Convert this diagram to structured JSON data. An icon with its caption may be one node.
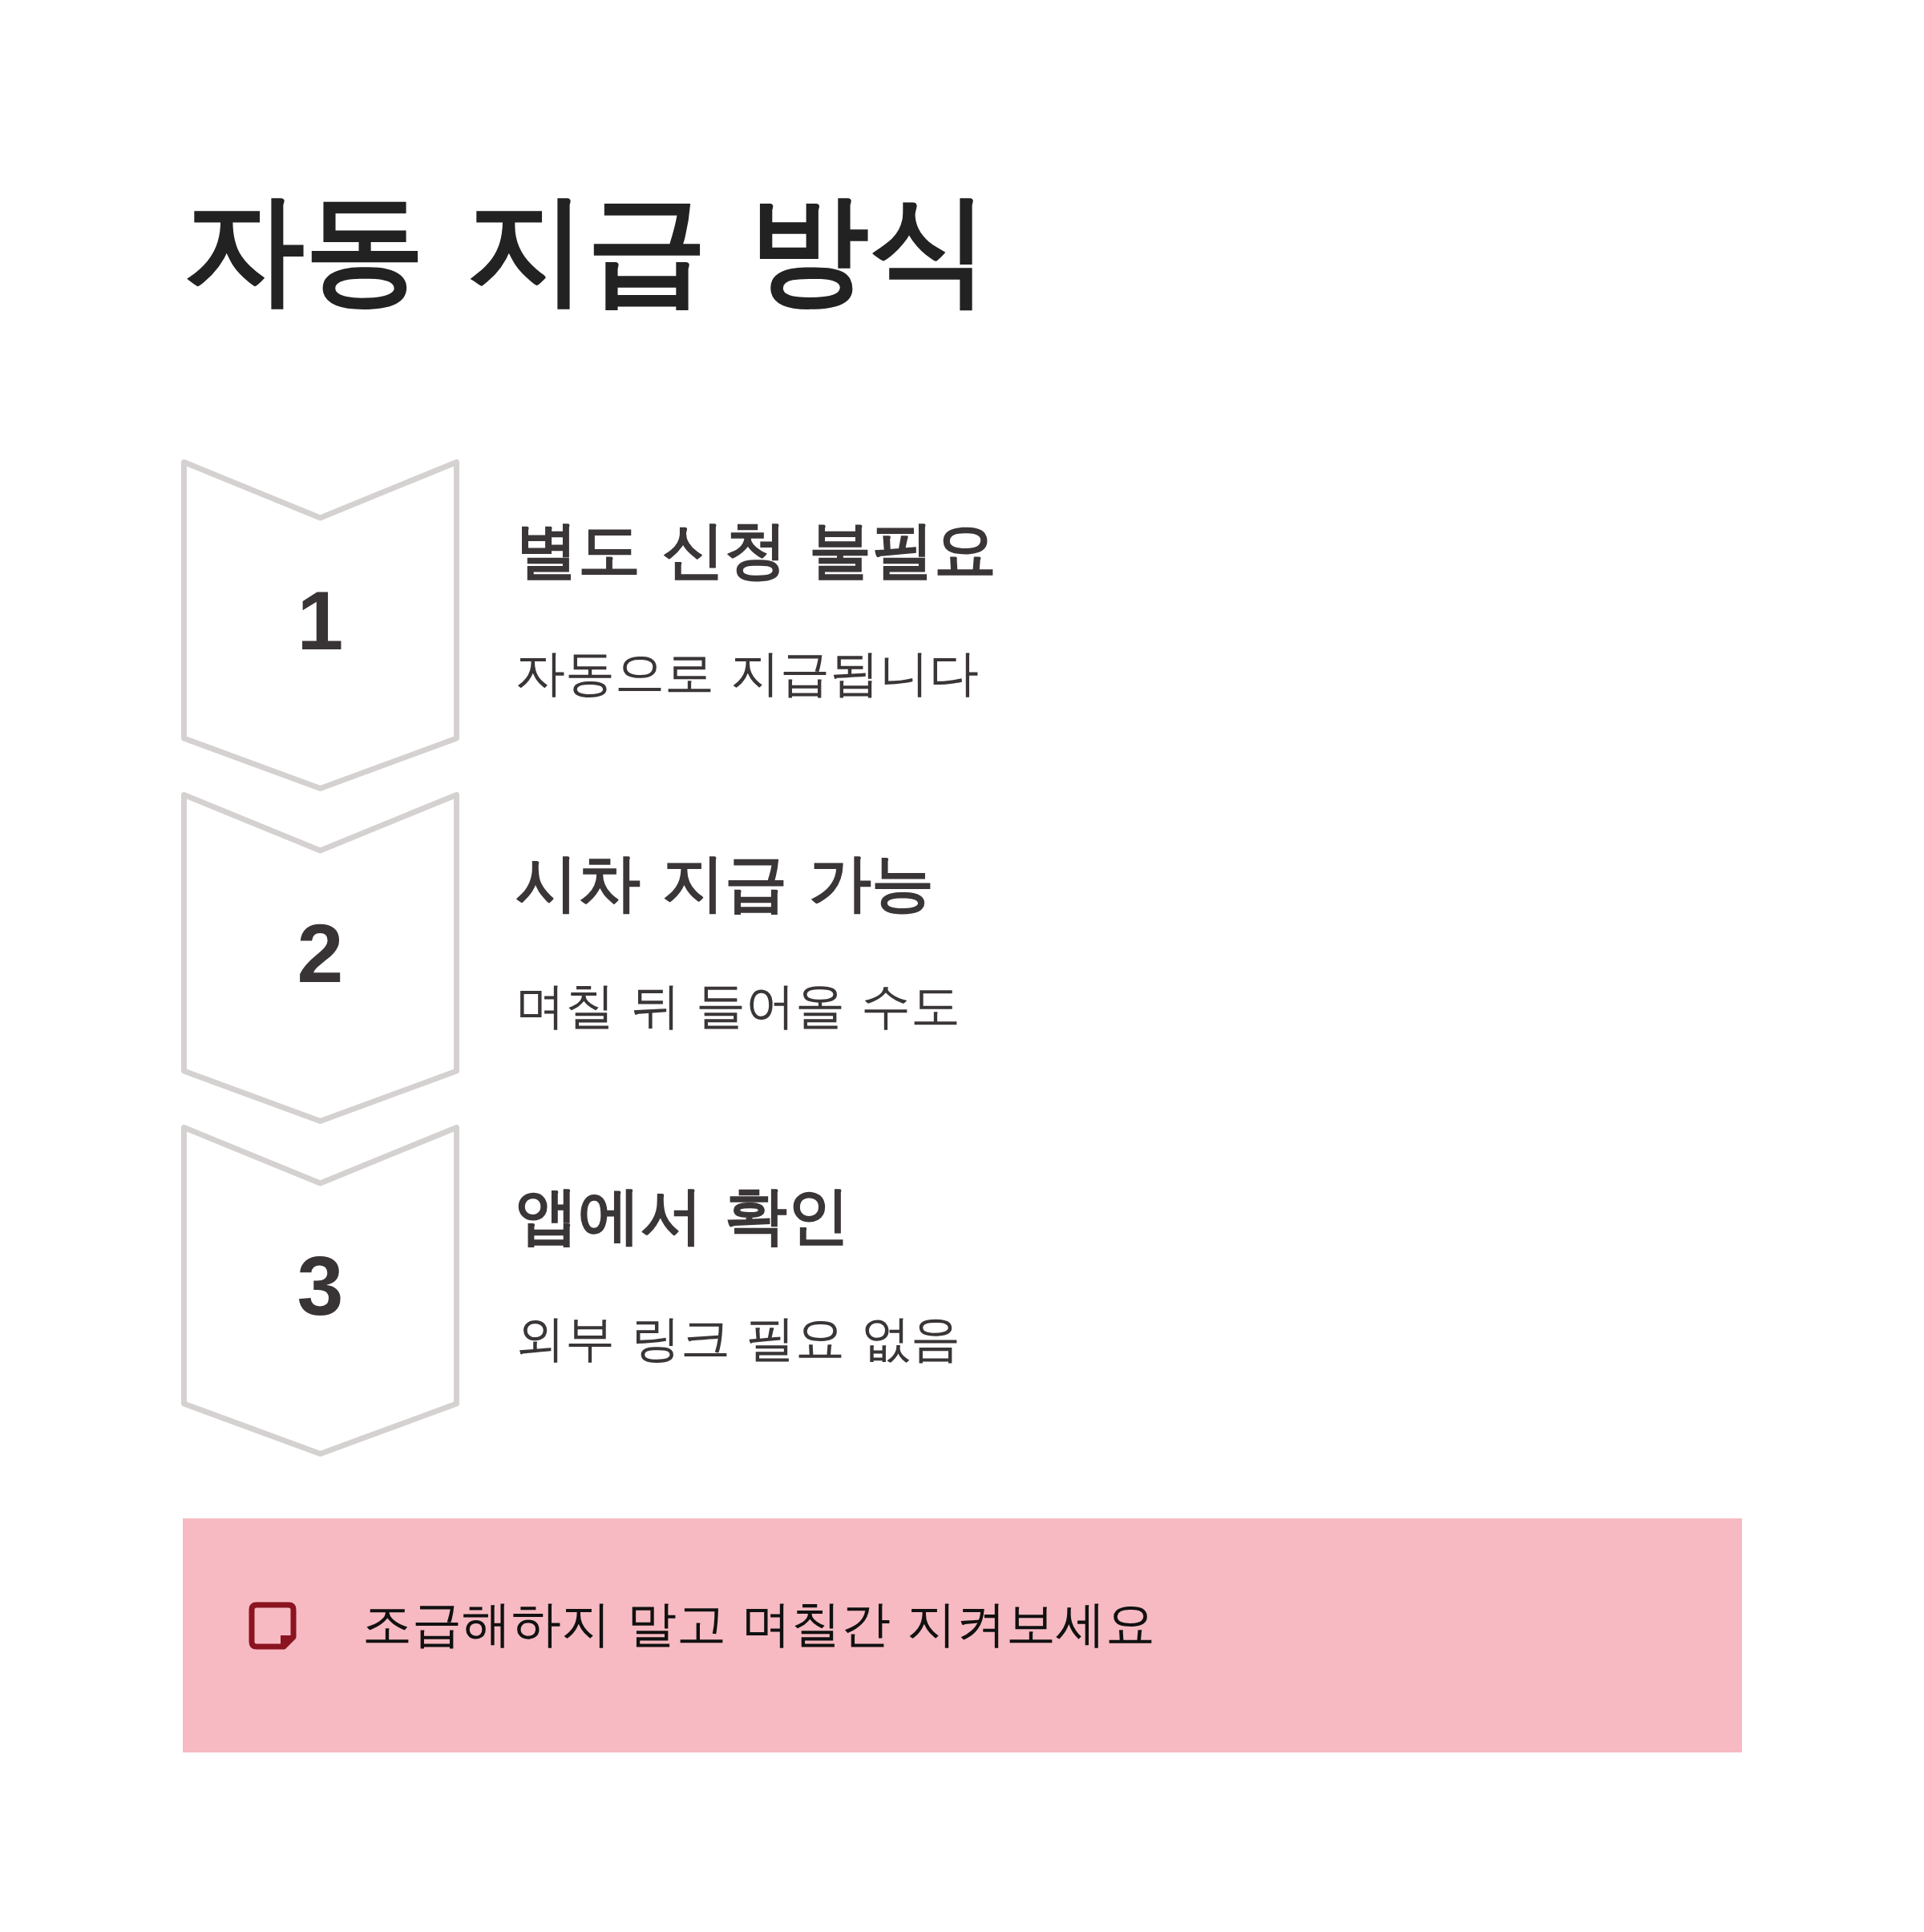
{
  "diagram": {
    "title": "자동 지급 방식",
    "nodes": [
      {
        "text": [
          "1"
        ],
        "beside": [
          "별도 신청 불필요",
          "자동으로 지급됩니다"
        ]
      },
      {
        "text": [
          "2"
        ],
        "beside": [
          "시차 지급 가능",
          "며칠 뒤 들어올 수도"
        ]
      },
      {
        "text": [
          "3"
        ],
        "beside": [
          "앱에서 확인",
          "외부 링크 필요 없음"
        ]
      },
      {
        "text": [
          "조급해하지 말고 며칠간 지켜보세요"
        ]
      }
    ]
  }
}
